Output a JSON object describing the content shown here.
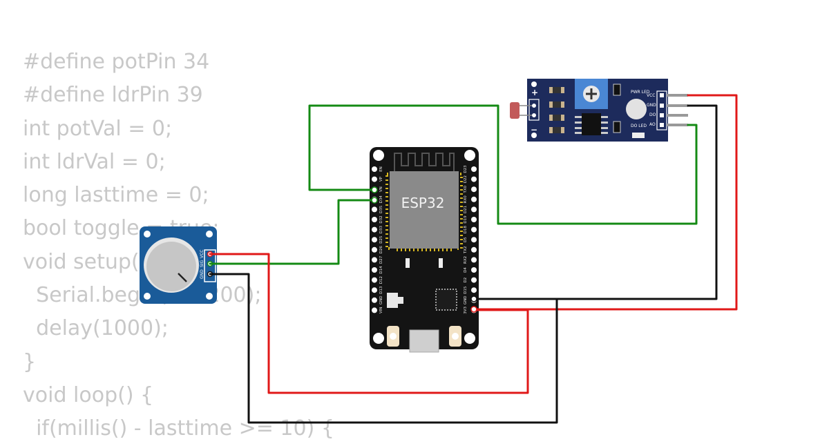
{
  "code_lines": [
    "#define potPin 34",
    "#define ldrPin 39",
    "int potVal = 0;",
    "int ldrVal = 0;",
    "long lasttime = 0;",
    "bool toggle = true;",
    "void setup() {",
    "  Serial.begin(115200);",
    "  delay(1000);",
    "}",
    "void loop() {",
    "  if(millis() - lasttime >= 10) {"
  ],
  "esp32": {
    "chip_label": "ESP32",
    "left_pins": [
      "EN",
      "VP",
      "VN",
      "D34",
      "D35",
      "D32",
      "D33",
      "D25",
      "D26",
      "D27",
      "D14",
      "D12",
      "D13",
      "GND",
      "VIN"
    ],
    "right_pins": [
      "D23",
      "D22",
      "TX0",
      "RX0",
      "D21",
      "D19",
      "D18",
      "D5",
      "TX2",
      "RX2",
      "D4",
      "D2",
      "D15",
      "GND",
      "3V3"
    ]
  },
  "pot": {
    "pins": [
      "VCC",
      "SIG",
      "GND"
    ]
  },
  "ldr": {
    "polarity": [
      "+",
      "−"
    ],
    "pwr_led_label": "PWR LED",
    "do_led_label": "DO LED",
    "pins": [
      "VCC",
      "GND",
      "DO",
      "AO"
    ]
  },
  "colors": {
    "wire_green": "#148a14",
    "wire_red": "#e01818",
    "wire_black": "#111111",
    "board_blue": "#1a5b99",
    "ldr_board": "#1d2b5c"
  }
}
